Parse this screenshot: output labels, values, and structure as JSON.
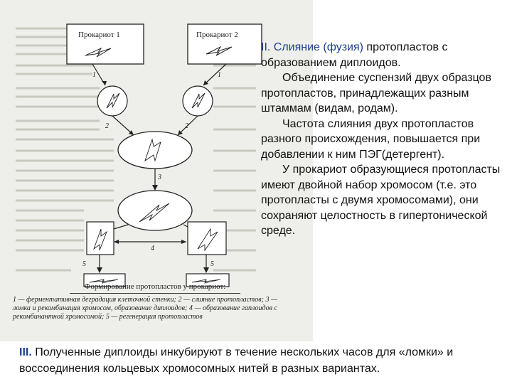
{
  "diagram": {
    "box_left_label": "Прокариот 1",
    "box_right_label": "Прокариот 2",
    "step_labels": [
      "1",
      "1",
      "2",
      "2",
      "3",
      "4",
      "5",
      "5"
    ],
    "caption_title": "Формирование протопластов у прокариот:",
    "caption_text": "1 — ферментативная деградация клеточной стенки; 2 — слияние протопластов; 3 — ломка и рекомбинация хромосом, образование диплоидов; 4 — образование гаплоидов с рекомбинантной хромосомой; 5 — регенерация протопластов"
  },
  "right_text": {
    "heading_numeral": "II. ",
    "heading_accent": "Слияние (фузия)",
    "heading_rest": " протопластов с образованием диплоидов.",
    "para1": "Объединение суспензий двух образцов протопластов, принадлежащих разным штаммам (видам, родам).",
    "para2": "Частота слияния двух протопластов разного происхождения, повышается при добавлении к ним ПЭГ(детергент).",
    "para3": "У прокариот образующиеся протопласты имеют двойной набор хромосом (т.е. это протопласты с двумя хромосомами), они сохраняют целостность в гипертонической среде."
  },
  "bottom_text": {
    "numeral": "III.",
    "text": " Полученные диплоиды инкубируют в течение нескольких часов для «ломки» и воссоединения кольцевых хромосомных нитей в разных вариантах."
  }
}
